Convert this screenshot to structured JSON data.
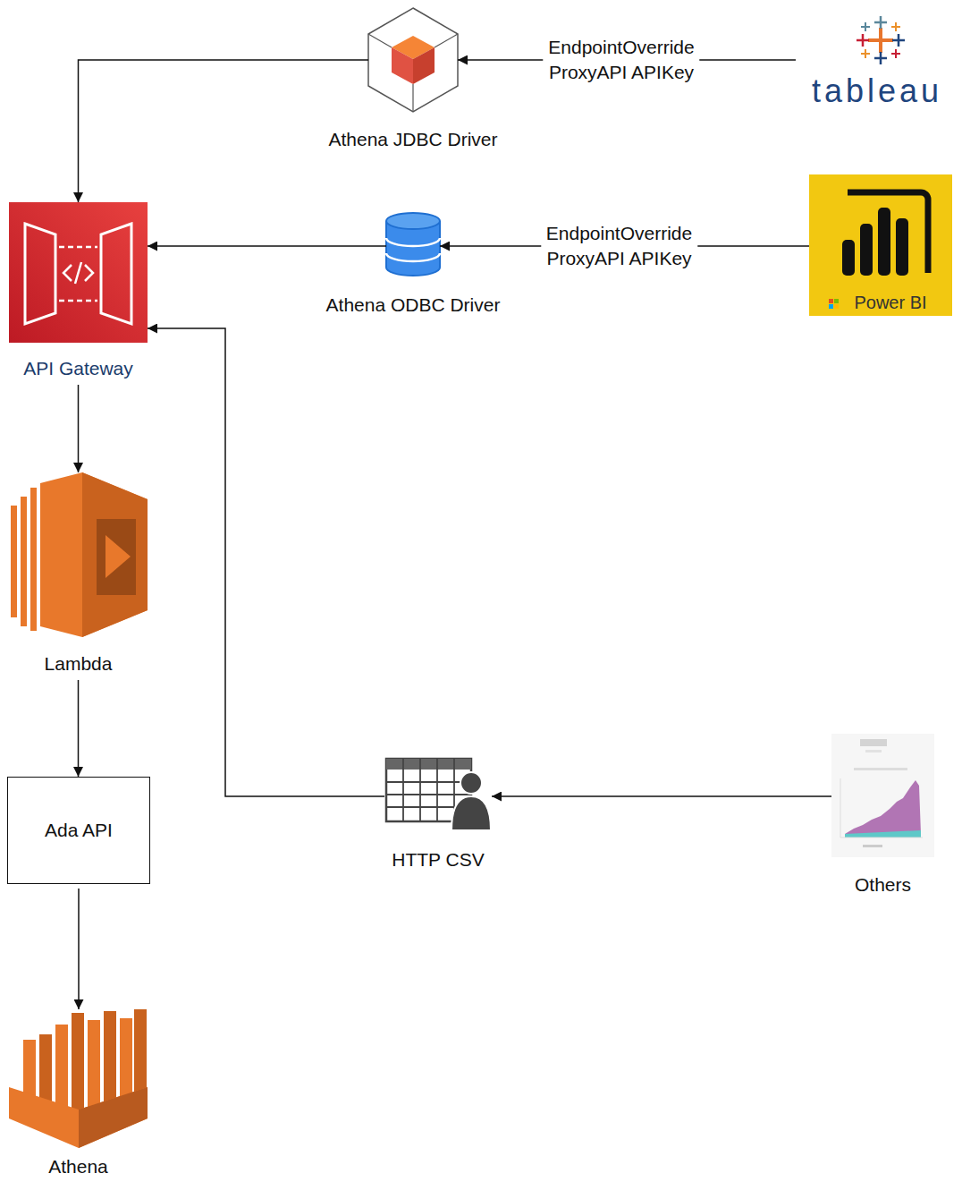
{
  "diagram": {
    "nodes": [
      {
        "text": [
          "Athena JDBC Driver"
        ]
      },
      {
        "text": [
          "tableau"
        ]
      },
      {
        "text": [
          "Power BI"
        ]
      },
      {
        "text": [
          "Athena ODBC Driver"
        ]
      },
      {
        "text": [
          "API Gateway"
        ]
      },
      {
        "text": [
          "Lambda"
        ]
      },
      {
        "text": [
          "HTTP CSV"
        ]
      },
      {
        "text": [
          "Others"
        ]
      },
      {
        "text": [
          "Ada API"
        ]
      },
      {
        "text": [
          "Athena"
        ]
      }
    ],
    "edges": [
      {
        "from": 1,
        "to": 0,
        "arrow": "to",
        "label": "EndpointOverride ProxyAPI APIKey"
      },
      {
        "from": 0,
        "to": 4,
        "arrow": "to"
      },
      {
        "from": 2,
        "to": 3,
        "arrow": "to",
        "label": "EndpointOverride ProxyAPI APIKey"
      },
      {
        "from": 3,
        "to": 4,
        "arrow": "to"
      },
      {
        "from": 7,
        "to": 6,
        "arrow": "to"
      },
      {
        "from": 6,
        "to": 4,
        "arrow": "to"
      },
      {
        "from": 4,
        "to": 5,
        "arrow": "to"
      },
      {
        "from": 5,
        "to": 8,
        "arrow": "to"
      },
      {
        "from": 8,
        "to": 9,
        "arrow": "to"
      }
    ]
  }
}
